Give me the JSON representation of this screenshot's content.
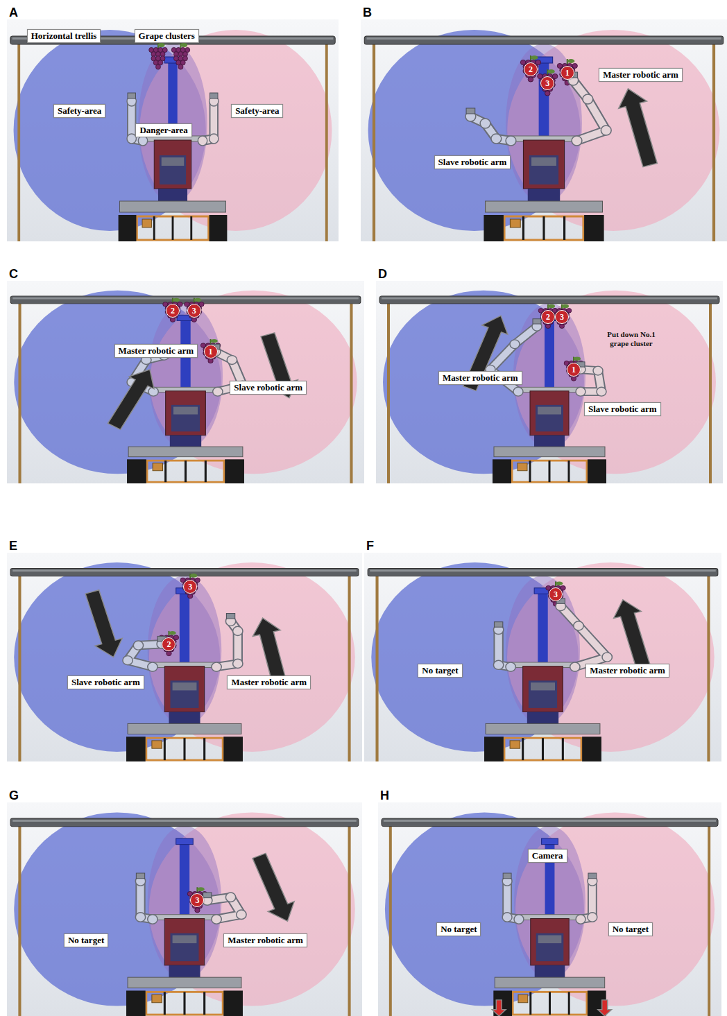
{
  "diagram": {
    "nodes": [
      {
        "text": [
          "A"
        ]
      },
      {
        "text": [
          "Horizontal trellis"
        ],
        "in": 0
      },
      {
        "text": [
          "Grape clusters"
        ],
        "in": 0
      },
      {
        "text": [
          "Safety-area"
        ],
        "in": 0
      },
      {
        "text": [
          "Danger-area"
        ],
        "in": 0
      },
      {
        "text": [
          "Safety-area"
        ],
        "in": 0
      },
      {
        "text": [
          "B"
        ]
      },
      {
        "text": [
          "Master robotic arm"
        ],
        "in": 6
      },
      {
        "text": [
          "Slave robotic arm"
        ],
        "in": 6
      },
      {
        "text": [
          "C"
        ]
      },
      {
        "text": [
          "Master robotic arm"
        ],
        "in": 9
      },
      {
        "text": [
          "Slave robotic arm"
        ],
        "in": 9
      },
      {
        "text": [
          "D"
        ]
      },
      {
        "text": [
          "Master robotic arm"
        ],
        "in": 12
      },
      {
        "text": [
          "Slave robotic arm"
        ],
        "in": 12
      },
      {
        "text": [
          "E"
        ]
      },
      {
        "text": [
          "Slave robotic arm"
        ],
        "in": 15
      },
      {
        "text": [
          "Master robotic arm"
        ],
        "in": 15
      },
      {
        "text": [
          "F"
        ]
      },
      {
        "text": [
          "No target"
        ],
        "in": 18
      },
      {
        "text": [
          "Master robotic arm"
        ],
        "in": 18
      },
      {
        "text": [
          "G"
        ]
      },
      {
        "text": [
          "No target"
        ],
        "in": 21
      },
      {
        "text": [
          "Master robotic arm"
        ],
        "in": 21
      },
      {
        "text": [
          "H"
        ]
      },
      {
        "text": [
          "Camera"
        ],
        "in": 24
      },
      {
        "text": [
          "No target"
        ],
        "in": 24
      },
      {
        "text": [
          "No target"
        ],
        "in": 24
      }
    ],
    "labels": [
      "2",
      "3",
      "1",
      "2",
      "3",
      "1",
      "2",
      "3",
      "Put down No.1 grape cluster",
      "1",
      "3",
      "2",
      "3",
      "3"
    ]
  }
}
